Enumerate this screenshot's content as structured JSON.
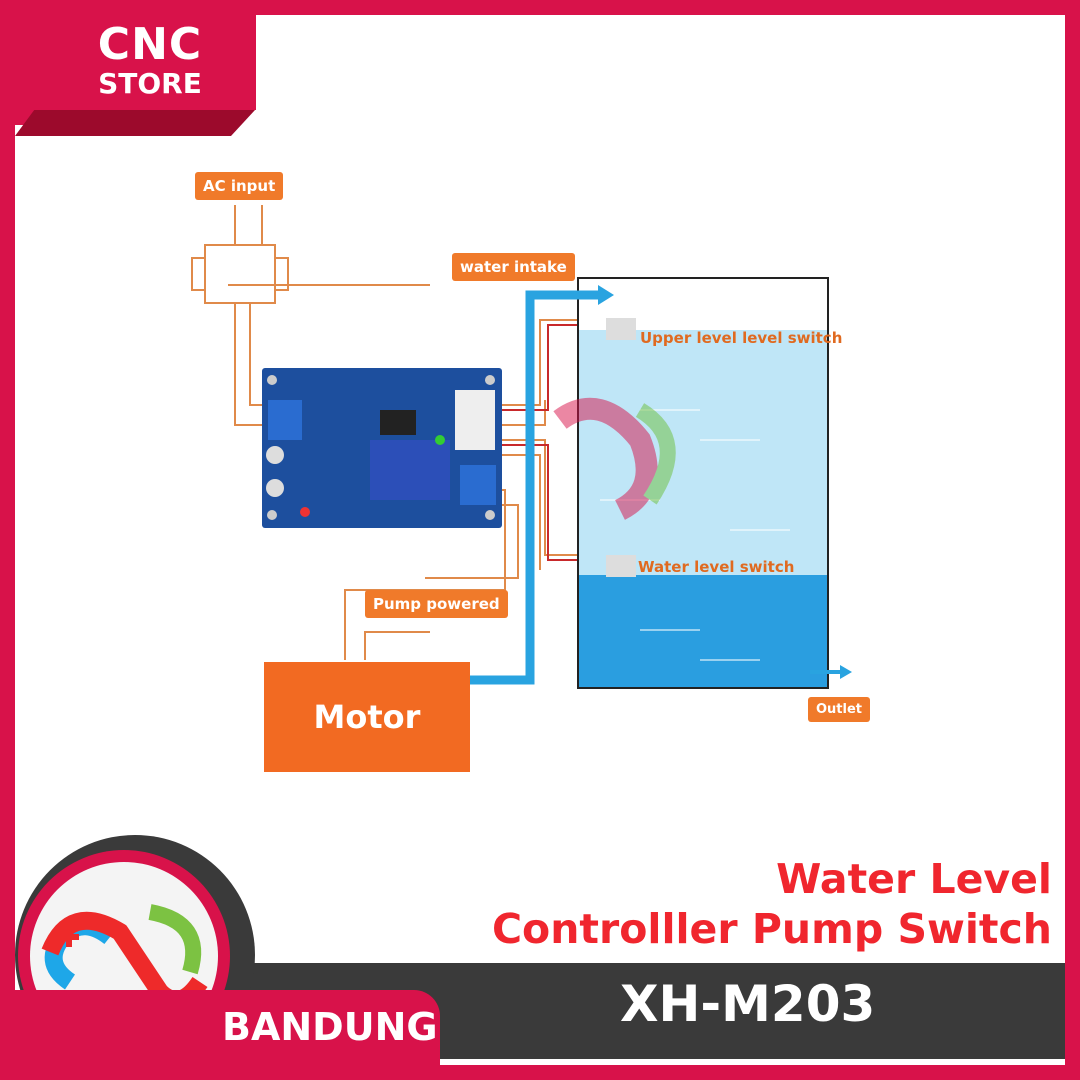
{
  "brand": {
    "line1": "CNC",
    "line2": "STORE"
  },
  "diagram": {
    "labels": {
      "ac_input": "AC input",
      "water_intake": "water intake",
      "pump_powered": "Pump powered",
      "motor": "Motor",
      "upper_switch": "Upper level level switch",
      "water_switch": "Water level switch",
      "outlet": "Outlet"
    }
  },
  "product": {
    "title_line1": "Water Level",
    "title_line2": "Controlller Pump Switch",
    "model": "XH-M203",
    "location": "BANDUNG"
  },
  "colors": {
    "brand": "#d8124a",
    "orange": "#f26a22",
    "water": "#29a3e0",
    "title": "#f0262e"
  }
}
